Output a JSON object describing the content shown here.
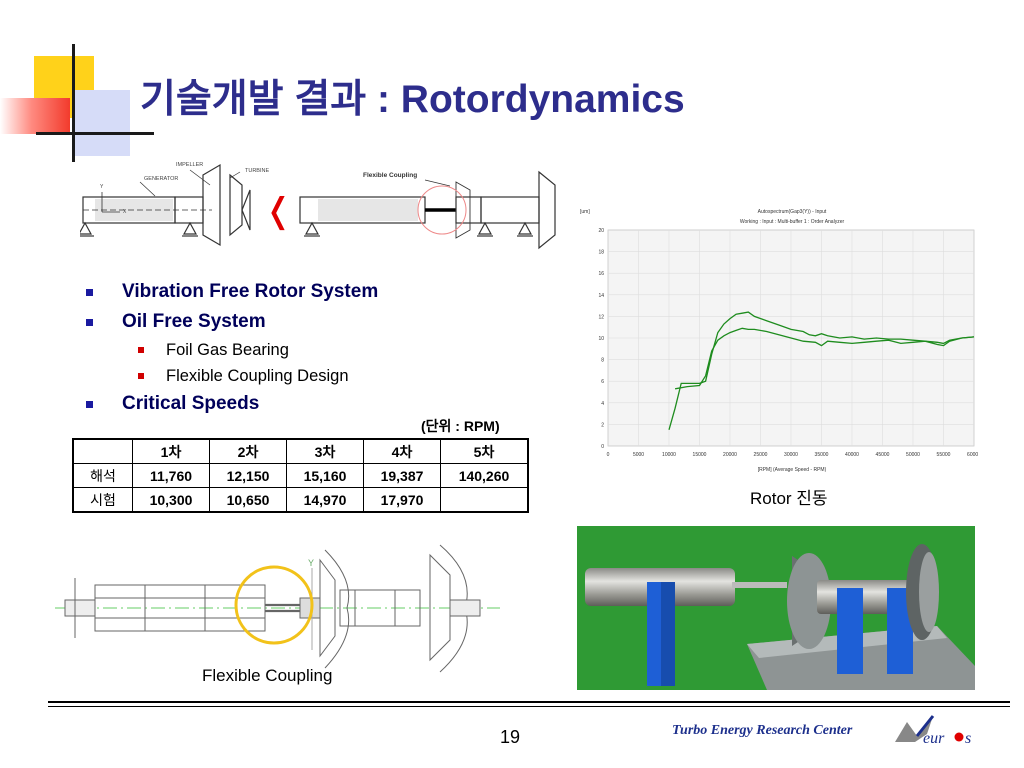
{
  "slide": {
    "title": "기술개발 결과 : Rotordynamics",
    "page_number": "19",
    "footer_org": "Turbo Energy Research Center",
    "logo_text": "eur s",
    "colors": {
      "title": "#2d2d8c",
      "bullet_text": "#00005a",
      "footer": "#1c2f8c",
      "curve": "#1e8c1e"
    }
  },
  "top_diagram": {
    "labels": {
      "impeller": "IMPELLER",
      "generator": "GENERATOR",
      "turbine": "TURBINE",
      "coupling": "Flexible Coupling",
      "y": "Y",
      "x": "X"
    },
    "arrow_glyph": "❬"
  },
  "bullets": [
    {
      "level": 1,
      "text": "Vibration Free Rotor System"
    },
    {
      "level": 1,
      "text": "Oil Free System"
    },
    {
      "level": 2,
      "text": "Foil Gas Bearing"
    },
    {
      "level": 2,
      "text": "Flexible Coupling Design"
    },
    {
      "level": 1,
      "text": "Critical Speeds"
    }
  ],
  "critical_speeds": {
    "unit_note": "(단위 : RPM)",
    "headers": [
      "",
      "1차",
      "2차",
      "3차",
      "4차",
      "5차"
    ],
    "rows": [
      {
        "label": "해석",
        "values": [
          "11,760",
          "12,150",
          "15,160",
          "19,387",
          "140,260"
        ]
      },
      {
        "label": "시험",
        "values": [
          "10,300",
          "10,650",
          "14,970",
          "17,970",
          ""
        ]
      }
    ]
  },
  "chart_caption": "Rotor 진동",
  "bottom_caption": "Flexible Coupling",
  "bottom_diagram": {
    "y": "Y"
  },
  "chart_data": {
    "type": "line",
    "title": "Autospectrum(Gap3(Y)) - Input",
    "subtitle": "Working : Input : Multi-buffer 1 : Order Analyzer",
    "ylabel": "[um]",
    "xlabel": "[RPM] (Average Speed - RPM)",
    "xlim": [
      0,
      60000
    ],
    "ylim": [
      0,
      20
    ],
    "xticks": [
      0,
      5000,
      10000,
      15000,
      20000,
      25000,
      30000,
      35000,
      40000,
      45000,
      50000,
      55000,
      60000
    ],
    "yticks": [
      0,
      2,
      4,
      6,
      8,
      10,
      12,
      14,
      16,
      18,
      20
    ],
    "grid": true,
    "series": [
      {
        "x": [
          10000,
          11000,
          12000,
          13000,
          15000,
          16000,
          17000,
          18000,
          19000,
          20000,
          21000,
          22000,
          23000,
          24000,
          26000,
          28000,
          30000,
          32000,
          33000,
          34000,
          35000,
          36000,
          38000,
          40000,
          42000,
          44000,
          46000,
          48000,
          50000,
          52000,
          54000,
          55000,
          56000,
          58000,
          60000
        ],
        "y": [
          1.5,
          3.5,
          5.8,
          5.8,
          5.8,
          6.0,
          8.5,
          10.5,
          11.3,
          11.8,
          12.2,
          12.3,
          12.4,
          12.0,
          11.6,
          11.2,
          10.8,
          10.6,
          10.3,
          10.2,
          10.4,
          10.2,
          10.0,
          10.1,
          9.9,
          10.0,
          9.9,
          9.9,
          9.8,
          9.7,
          9.6,
          9.5,
          9.8,
          10.0,
          10.1
        ]
      },
      {
        "x": [
          11000,
          13000,
          15000,
          16000,
          17000,
          18000,
          19000,
          20000,
          21000,
          22000,
          23000,
          24000,
          26000,
          28000,
          30000,
          32000,
          34000,
          35000,
          36000,
          38000,
          40000,
          42000,
          44000,
          46000,
          48000,
          50000,
          52000,
          54000,
          55000,
          56000,
          58000,
          60000
        ],
        "y": [
          5.3,
          5.5,
          5.6,
          6.5,
          8.8,
          9.8,
          10.2,
          10.5,
          10.7,
          10.9,
          10.8,
          10.8,
          10.6,
          10.3,
          10.0,
          9.7,
          9.6,
          9.3,
          9.7,
          9.6,
          9.5,
          9.6,
          9.7,
          9.8,
          9.5,
          9.6,
          9.7,
          9.4,
          9.3,
          9.7,
          10.0,
          10.1
        ]
      }
    ]
  }
}
